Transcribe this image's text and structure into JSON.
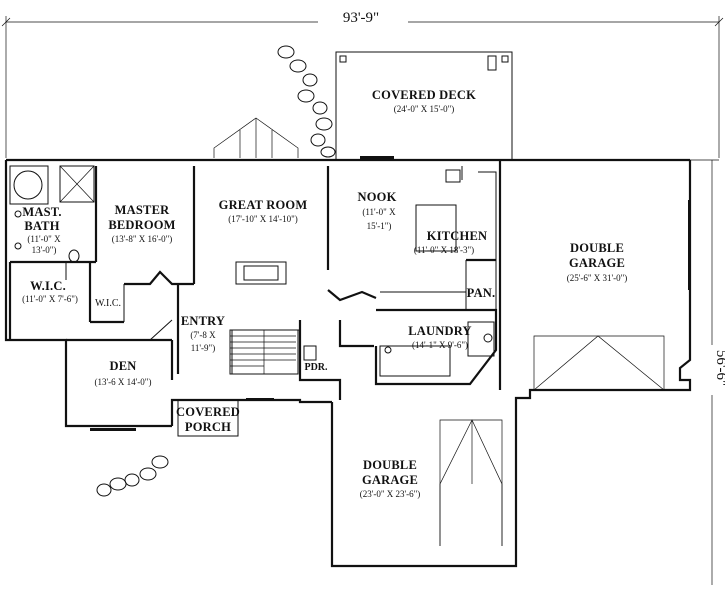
{
  "overall_dimensions": {
    "width": "93'-9\"",
    "depth": "56'-6\""
  },
  "rooms": {
    "covered_deck": {
      "name": "COVERED DECK",
      "dims": "(24'-0\" X 15'-0\")"
    },
    "mast_bath": {
      "name_line1": "MAST.",
      "name_line2": "BATH",
      "dims_line1": "(11'-0\" X",
      "dims_line2": "13'-0\")"
    },
    "master_bedroom": {
      "name_line1": "MASTER",
      "name_line2": "BEDROOM",
      "dims": "(13'-8\" X 16'-0\")"
    },
    "great_room": {
      "name": "GREAT ROOM",
      "dims": "(17'-10\" X 14'-10\")"
    },
    "nook": {
      "name": "NOOK",
      "dims_line1": "(11'-0\" X",
      "dims_line2": "15'-1\")"
    },
    "kitchen": {
      "name": "KITCHEN",
      "dims": "(11'-0\" X 18'-3\")"
    },
    "double_garage_right": {
      "name_line1": "DOUBLE",
      "name_line2": "GARAGE",
      "dims": "(25'-6\" X 31'-0\")"
    },
    "wic_large": {
      "name": "W.I.C.",
      "dims": "(11'-0\" X 7'-6\")"
    },
    "wic_small": {
      "name": "W.I.C."
    },
    "pantry": {
      "name": "PAN."
    },
    "entry": {
      "name": "ENTRY",
      "dims_line1": "(7'-8 X",
      "dims_line2": "11'-9\")"
    },
    "laundry": {
      "name": "LAUNDRY",
      "dims": "(14'-1\" X 9'-6\")"
    },
    "den": {
      "name": "DEN",
      "dims": "(13'-6 X 14'-0\")"
    },
    "powder": {
      "name": "PDR."
    },
    "covered_porch": {
      "name_line1": "COVERED",
      "name_line2": "PORCH"
    },
    "double_garage_bottom": {
      "name_line1": "DOUBLE",
      "name_line2": "GARAGE",
      "dims": "(23'-0\" X 23'-6\")"
    }
  }
}
